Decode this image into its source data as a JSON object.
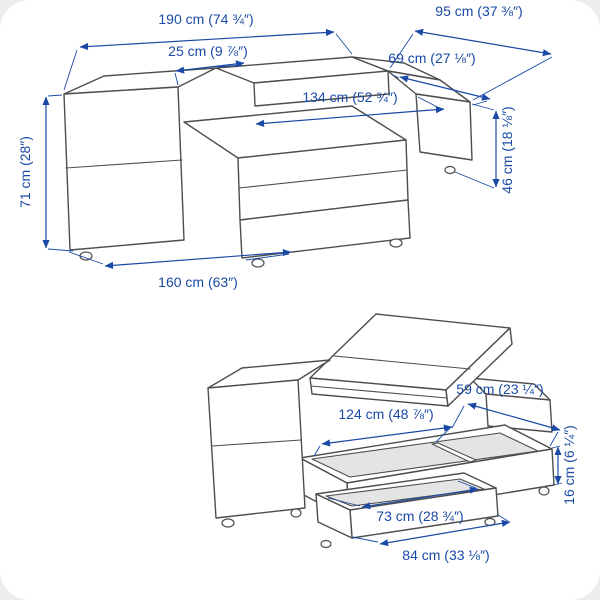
{
  "colors": {
    "dimension_blue": "#1A4AA5",
    "drawing_gray": "#4e4e4e",
    "background": "#ffffff"
  },
  "top_view": {
    "total_width": "190 cm (74 ¾″)",
    "side_depth": "95 cm (37 ⅜″)",
    "armrest_width": "25 cm (9 ⅞″)",
    "back_depth": "69 cm (27 ⅛″)",
    "seat_width": "134 cm (52 ¾″)",
    "total_height": "71 cm (28″)",
    "back_height": "46 cm (18 ⅛″)",
    "chaise_depth": "160 cm (63″)"
  },
  "storage_view": {
    "right_compartment_depth": "59 cm (23 ¼″)",
    "compartment_length": "124 cm (48 ⅞″)",
    "compartment_height": "16 cm (6 ¼″)",
    "inner_width": "73 cm (28 ¾″)",
    "outer_width": "84 cm (33 ⅛″)"
  }
}
